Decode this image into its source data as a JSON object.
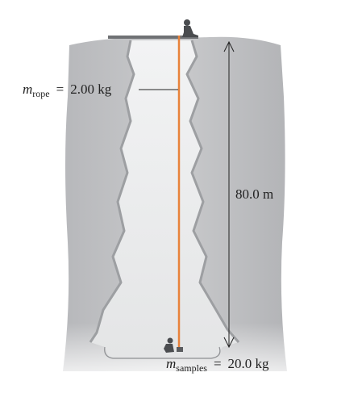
{
  "labels": {
    "rope_mass": {
      "symbol": "m",
      "subscript": "rope",
      "equals": "=",
      "value": "2.00 kg"
    },
    "height": "80.0 m",
    "samples_mass": {
      "symbol": "m",
      "subscript": "samples",
      "equals": "=",
      "value": "20.0 kg"
    }
  },
  "colors": {
    "rock": "#c4c5c7",
    "rock_dark": "#9d9fa2",
    "shaft": "#eeeff0",
    "rope": "#e8823a",
    "ink": "#222222"
  }
}
